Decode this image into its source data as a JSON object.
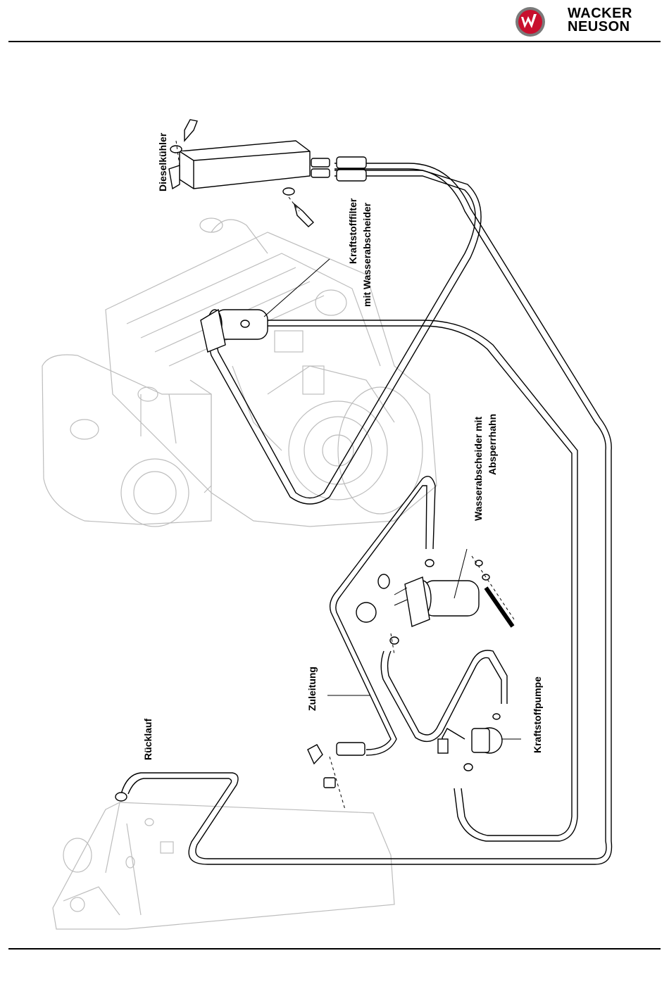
{
  "brand": {
    "line1": "WACKER",
    "line2": "NEUSON",
    "accent_color": "#c8102e"
  },
  "labels": {
    "dieselkuehler": "Dieselkühler",
    "kraftstofffilter_line1": "Kraftstofffilter",
    "kraftstofffilter_line2": "mit Wasserabscheider",
    "wasserabscheider_line1": "Wasserabscheider mit",
    "wasserabscheider_line2": "Absperrhahn",
    "kraftstoffpumpe": "Kraftstoffpumpe",
    "zuleitung": "Zuleitung",
    "ruecklauf": "Rücklauf"
  }
}
